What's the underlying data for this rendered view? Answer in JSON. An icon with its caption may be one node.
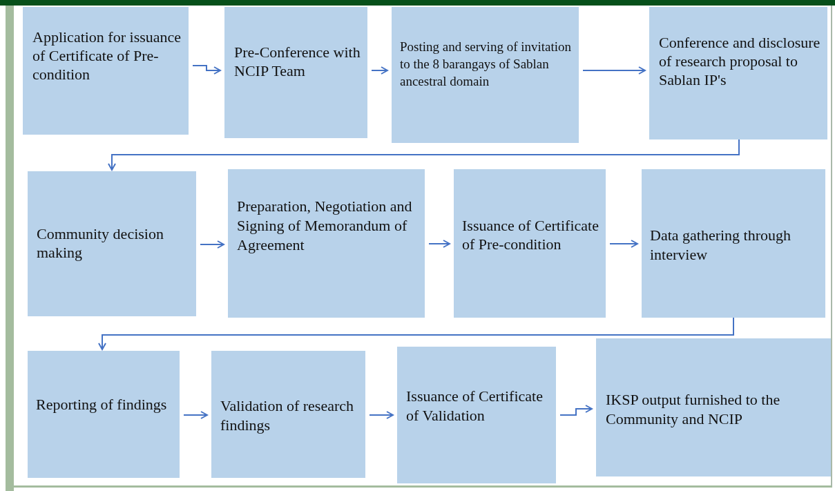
{
  "diagram": {
    "nodes": [
      {
        "text": [
          "Application for issuance of Certificate of Pre-condition"
        ]
      },
      {
        "text": [
          "Pre-Conference with NCIP Team"
        ]
      },
      {
        "text": [
          "Posting and serving of invitation to the 8 barangays of Sablan ancestral domain"
        ]
      },
      {
        "text": [
          "Conference and disclosure of research proposal to Sablan IP's"
        ]
      },
      {
        "text": [
          "Community decision making"
        ]
      },
      {
        "text": [
          "Preparation, Negotiation and Signing of Memorandum of Agreement"
        ]
      },
      {
        "text": [
          "Issuance of Certificate of Pre-condition"
        ]
      },
      {
        "text": [
          "Data gathering through interview"
        ]
      },
      {
        "text": [
          "Reporting of findings"
        ]
      },
      {
        "text": [
          "Validation of research findings"
        ]
      },
      {
        "text": [
          "Issuance of Certificate of Validation"
        ]
      },
      {
        "text": [
          "IKSP output furnished to the Community and NCIP"
        ]
      }
    ],
    "edges": [
      {
        "from": 0,
        "to": 1,
        "arrow": "to"
      },
      {
        "from": 1,
        "to": 2,
        "arrow": "to"
      },
      {
        "from": 2,
        "to": 3,
        "arrow": "to"
      },
      {
        "from": 3,
        "to": 4,
        "arrow": "to"
      },
      {
        "from": 4,
        "to": 5,
        "arrow": "to"
      },
      {
        "from": 5,
        "to": 6,
        "arrow": "to"
      },
      {
        "from": 6,
        "to": 7,
        "arrow": "to"
      },
      {
        "from": 7,
        "to": 8,
        "arrow": "to"
      },
      {
        "from": 8,
        "to": 9,
        "arrow": "to"
      },
      {
        "from": 9,
        "to": 10,
        "arrow": "to"
      },
      {
        "from": 10,
        "to": 11,
        "arrow": "to"
      }
    ]
  }
}
